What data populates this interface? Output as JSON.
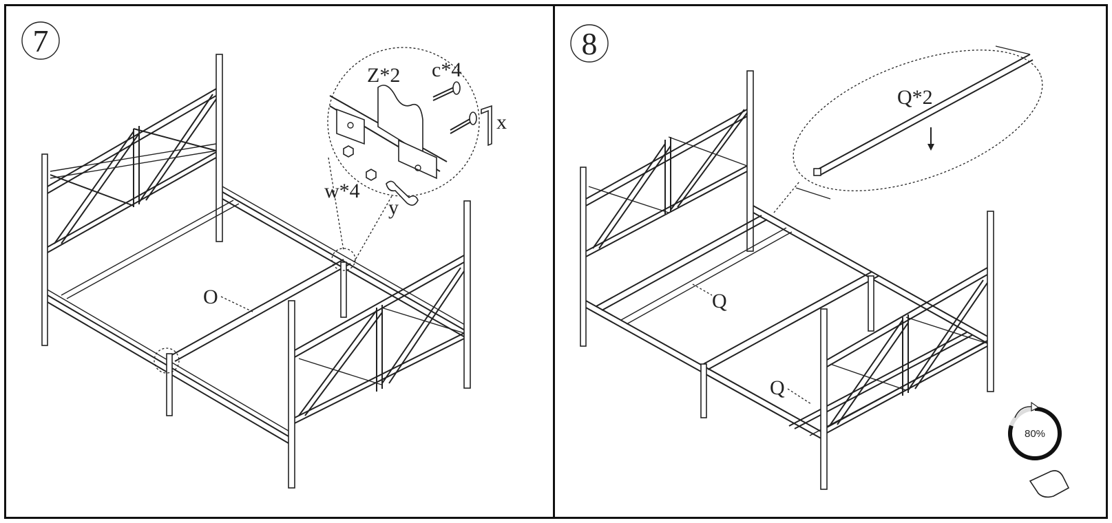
{
  "panels": [
    {
      "step": "7",
      "labels": {
        "bracket": "Z*2",
        "bolt": "c*4",
        "allen_key": "x",
        "nut": "w*4",
        "wrench": "y",
        "slat": "O"
      }
    },
    {
      "step": "8",
      "labels": {
        "slat_count": "Q*2",
        "slat_a": "Q",
        "slat_b": "Q"
      }
    }
  ],
  "progress": {
    "label": "80%",
    "value": 0.8
  },
  "icons": [
    "hand-swipe-icon",
    "refresh-arrow-icon"
  ]
}
